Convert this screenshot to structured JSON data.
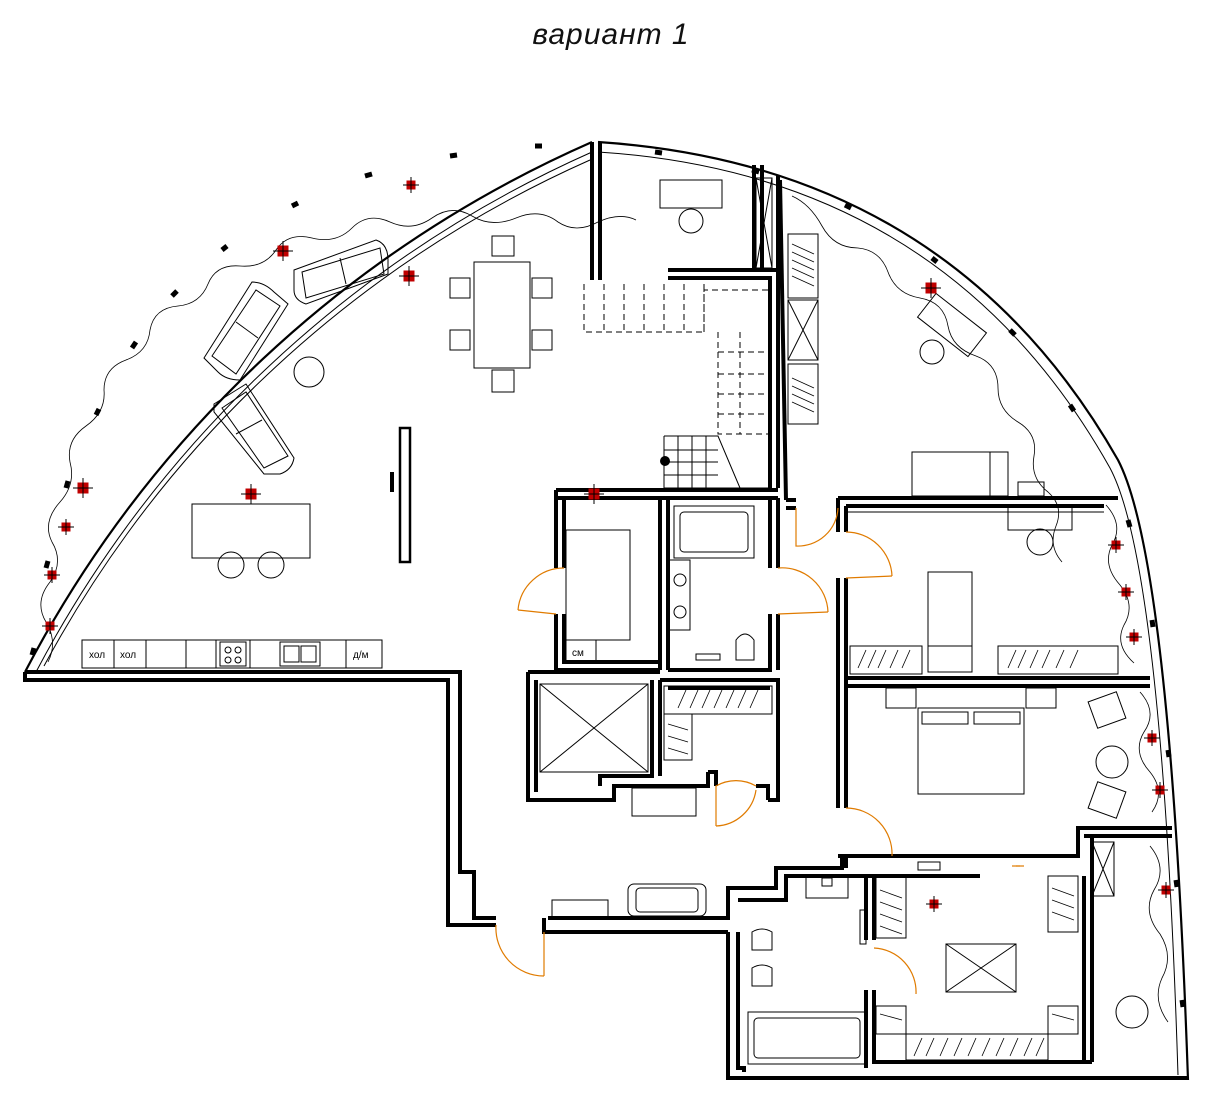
{
  "title": "вариант 1",
  "labels": {
    "fridge_1": "хол",
    "fridge_2": "хол",
    "dishwasher": "д/м",
    "washer": "см"
  },
  "colors": {
    "walls": "#000000",
    "doors": "#e07b00",
    "lights": "#c00000"
  }
}
